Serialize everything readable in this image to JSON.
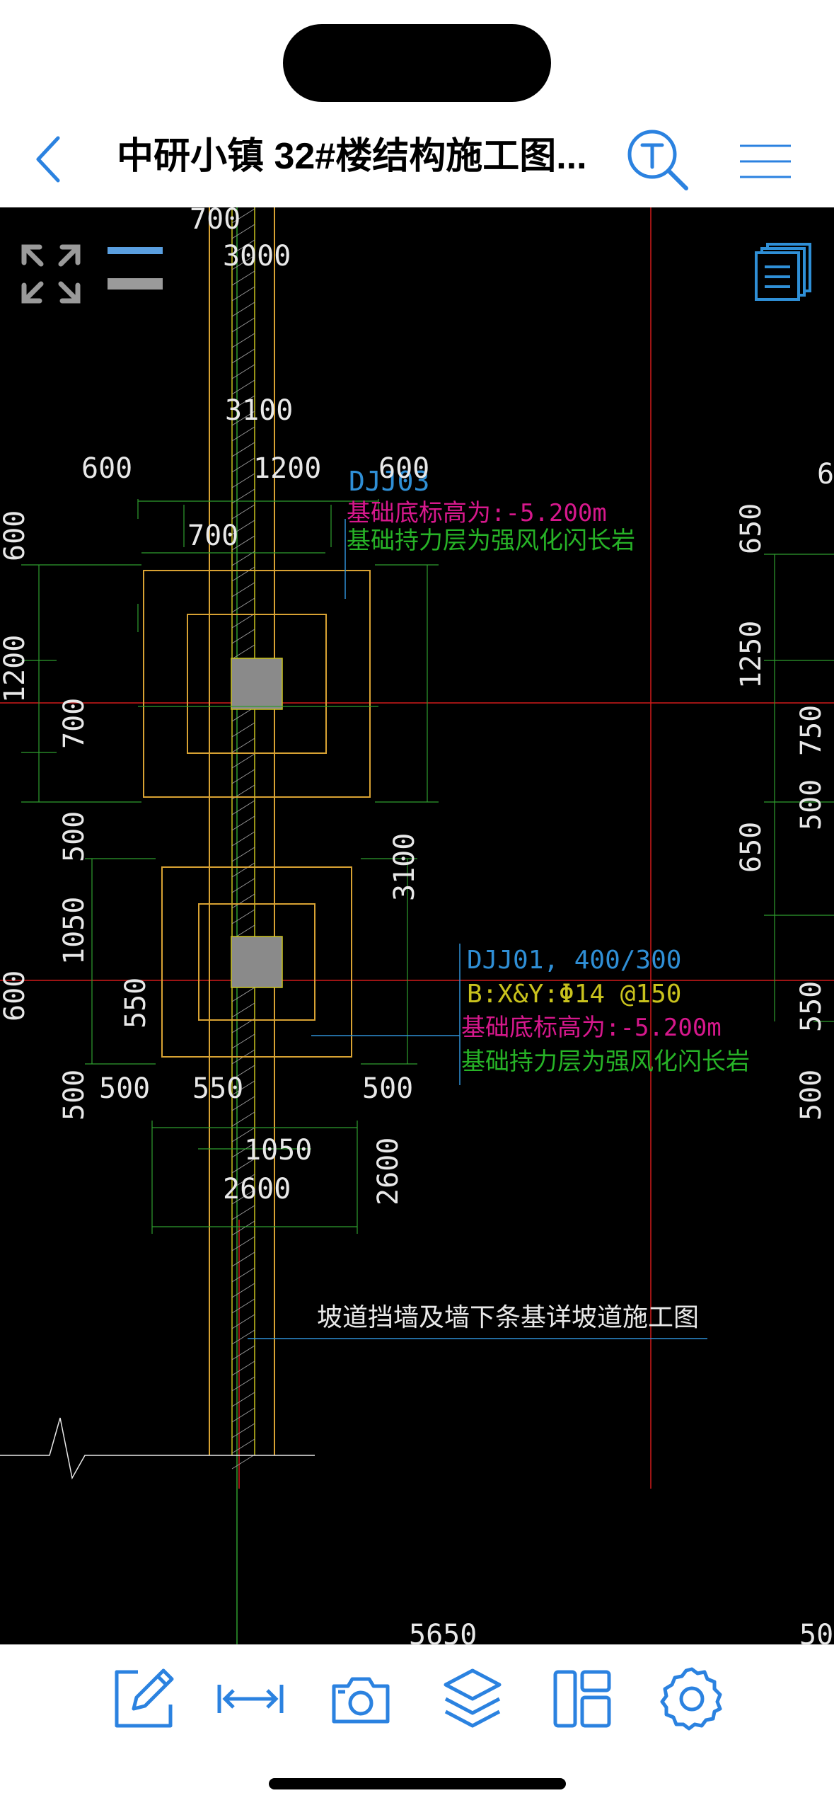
{
  "navbar": {
    "title": "中研小镇 32#楼结构施工图...",
    "back_icon": "chevron-left-icon",
    "text_search_icon": "text-search-icon",
    "menu_icon": "hamburger-menu-icon"
  },
  "overlay": {
    "fullscreen_icon": "expand-arrows-icon",
    "toggle_icon": "line-weight-toggle-icon",
    "layouts_icon": "layouts-stack-icon"
  },
  "drawing": {
    "tags": {
      "djj03_id": "DJJ03",
      "djj03_elev": "基础底标高为:-5.200m",
      "djj03_bearing": "基础持力层为强风化闪长岩",
      "djj01_id": "DJJ01, 400/300",
      "djj01_rebar": "B:X&Y:Φ14 @150",
      "djj01_elev": "基础底标高为:-5.200m",
      "djj01_bearing": "基础持力层为强风化闪长岩",
      "ramp_note": "坡道挡墙及墙下条基详坡道施工图"
    },
    "dims": {
      "top_700": "700",
      "top_3000": "3000",
      "d3100": "3100",
      "d600a": "600",
      "d1200": "1200",
      "d600b": "600",
      "d700": "700",
      "right_3100": "3100",
      "right_2600": "2600",
      "b500a": "500",
      "b550": "550",
      "b500b": "500",
      "b1050": "1050",
      "b2600": "2600",
      "bottom_5650": "5650",
      "bottom_50": "50",
      "far_6": "6",
      "left_v": [
        "600",
        "1200",
        "700",
        "600",
        "500",
        "1050",
        "550",
        "500"
      ],
      "right_v": [
        "650",
        "1250",
        "750",
        "650",
        "500",
        "550",
        "500"
      ]
    },
    "colors": {
      "grid_red": "#d11a1a",
      "footing_orange": "#d8a233",
      "dim_green": "#2f9e2f",
      "text_blue": "#2f8fd6",
      "text_magenta": "#d6188c",
      "text_green": "#27b327",
      "text_yellow": "#c9c21d",
      "column_gray": "#8a8a8a",
      "white_text": "#e8e8e8"
    }
  },
  "toolbar": {
    "items": [
      {
        "name": "annotate",
        "icon": "edit-pencil-icon"
      },
      {
        "name": "measure",
        "icon": "measure-distance-icon"
      },
      {
        "name": "camera",
        "icon": "camera-icon"
      },
      {
        "name": "layers",
        "icon": "layers-icon"
      },
      {
        "name": "layout",
        "icon": "layout-panels-icon"
      },
      {
        "name": "settings",
        "icon": "settings-gear-icon"
      }
    ]
  },
  "accent_color": "#2b82e0"
}
